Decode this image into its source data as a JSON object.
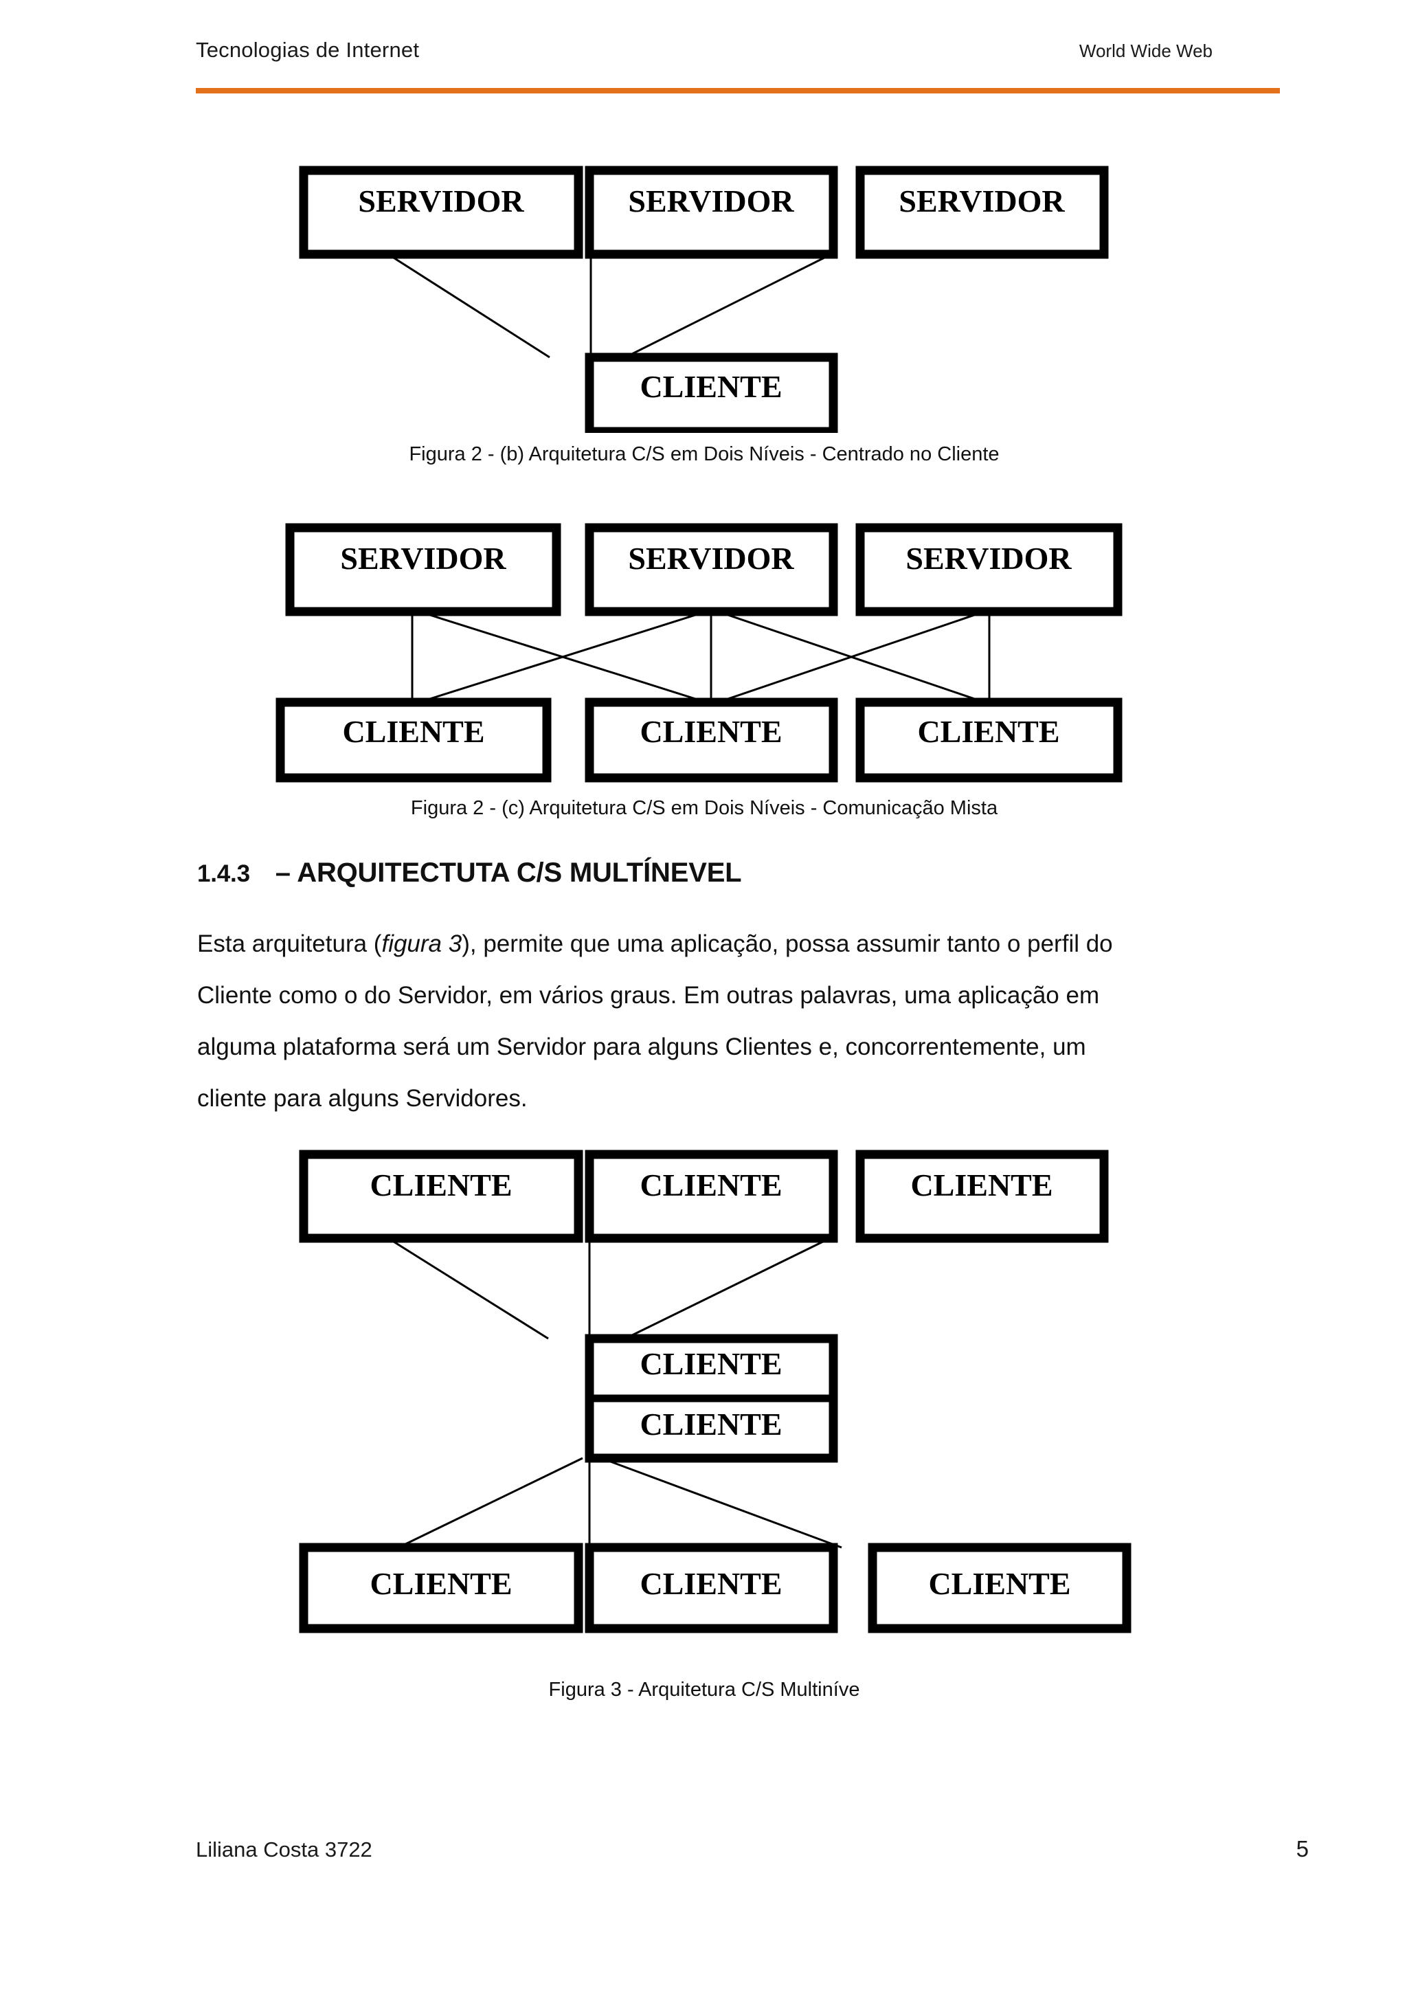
{
  "header": {
    "left_title": "Tecnologias de Internet",
    "right_title": "World Wide Web",
    "rule_color": "#E3711B"
  },
  "figures": [
    {
      "id": "figura-2b",
      "caption": "Figura 2 - (b) Arquitetura C/S em Dois Níveis - Centrado no Cliente",
      "top_row": [
        "SERVIDOR",
        "SERVIDOR",
        "SERVIDOR"
      ],
      "bottom_row": [
        "CLIENTE"
      ]
    },
    {
      "id": "figura-2c",
      "caption": "Figura 2 - (c) Arquitetura C/S em Dois Níveis - Comunicação Mista",
      "top_row": [
        "SERVIDOR",
        "SERVIDOR",
        "SERVIDOR"
      ],
      "bottom_row": [
        "CLIENTE",
        "CLIENTE",
        "CLIENTE"
      ]
    },
    {
      "id": "figura-3",
      "caption": "Figura 3 - Arquitetura C/S Multiníve",
      "top_row": [
        "CLIENTE",
        "CLIENTE",
        "CLIENTE"
      ],
      "middle_stack": [
        "CLIENTE",
        "CLIENTE"
      ],
      "bottom_row": [
        "CLIENTE",
        "CLIENTE",
        "CLIENTE"
      ]
    }
  ],
  "section": {
    "number": "1.4.3",
    "dash_title": "– ARQUITECTUTA C/S MULTÍNEVEL"
  },
  "paragraph": {
    "line1_a": "Esta arquitetura (",
    "line1_italic": "figura 3",
    "line1_b": "), permite que uma aplicação, possa assumir tanto o perfil do",
    "line2": "Cliente como o do Servidor, em vários graus. Em outras palavras, uma aplicação em",
    "line3": "alguma plataforma será um Servidor para alguns Clientes e, concorrentemente, um",
    "line4": "cliente para alguns Servidores."
  },
  "footer": {
    "author": "Liliana Costa  3722",
    "page_number": "5"
  }
}
